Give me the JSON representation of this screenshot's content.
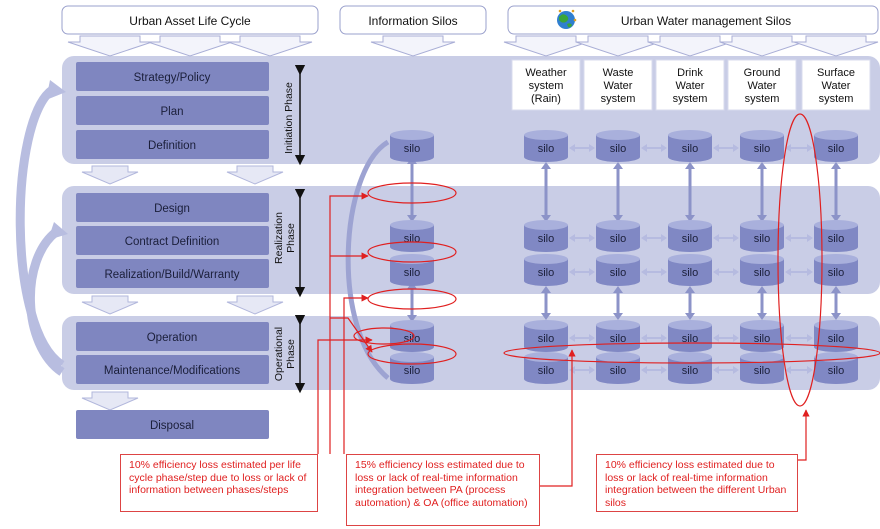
{
  "headers": {
    "lifecycle": "Urban Asset Life Cycle",
    "info_silos": "Information Silos",
    "water_silos": "Urban Water management Silos"
  },
  "phases": {
    "initiation": "Initiation Phase",
    "realization_1": "Realization",
    "realization_2": "Phase",
    "operational_1": "Operational",
    "operational_2": "Phase"
  },
  "steps": {
    "strategy": "Strategy/Policy",
    "plan": "Plan",
    "definition": "Definition",
    "design": "Design",
    "contract": "Contract Definition",
    "realization": "Realization/Build/Warranty",
    "operation": "Operation",
    "maintenance": "Maintenance/Modifications",
    "disposal": "Disposal"
  },
  "water_columns": [
    {
      "lines": [
        "Weather",
        "system",
        "(Rain)"
      ]
    },
    {
      "lines": [
        "Waste",
        "Water",
        "system"
      ]
    },
    {
      "lines": [
        "Drink",
        "Water",
        "system"
      ]
    },
    {
      "lines": [
        "Ground",
        "Water",
        "system"
      ]
    },
    {
      "lines": [
        "Surface",
        "Water",
        "system"
      ]
    }
  ],
  "silo_label": "silo",
  "notes": {
    "note1": "10% efficiency loss estimated per life cycle phase/step due to loss or lack of information between phases/steps",
    "note2": "15% efficiency loss estimated due to loss or lack of real-time information integration  between PA (process automation) & OA (office automation)",
    "note3": "10% efficiency loss estimated due to loss or lack of real-time information integration  between the different Urban silos"
  },
  "colors": {
    "band": "#c9cde6",
    "step_box": "#7f86c0",
    "silo": "#8088c4",
    "silo_top": "#a9b0dc",
    "red": "#e02020"
  }
}
